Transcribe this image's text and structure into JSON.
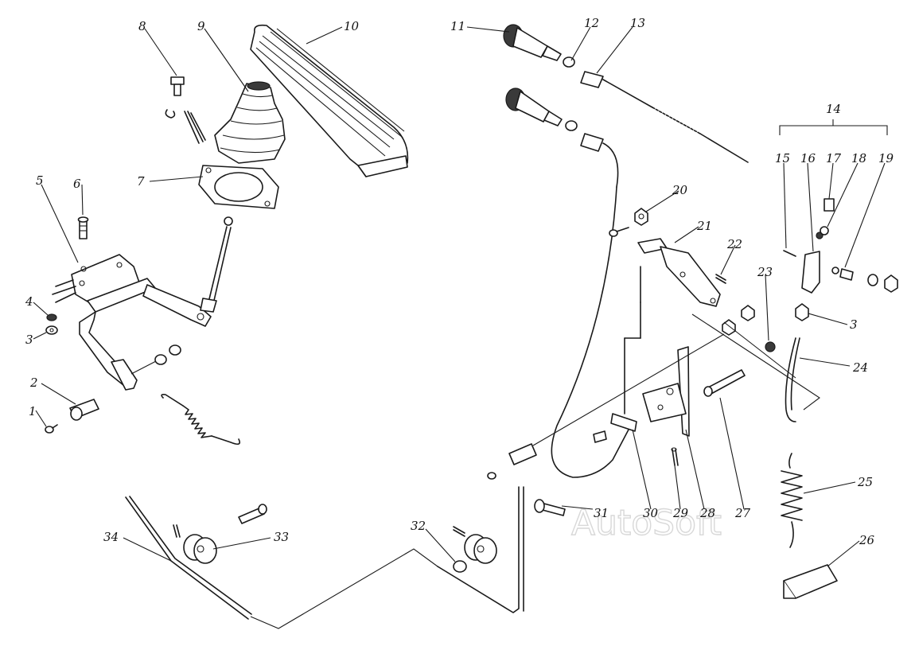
{
  "callouts": [
    {
      "id": "1",
      "text": "1"
    },
    {
      "id": "2",
      "text": "2"
    },
    {
      "id": "3a",
      "text": "3"
    },
    {
      "id": "3b",
      "text": "3"
    },
    {
      "id": "4",
      "text": "4"
    },
    {
      "id": "5",
      "text": "5"
    },
    {
      "id": "6",
      "text": "6"
    },
    {
      "id": "7",
      "text": "7"
    },
    {
      "id": "8",
      "text": "8"
    },
    {
      "id": "9",
      "text": "9"
    },
    {
      "id": "10",
      "text": "10"
    },
    {
      "id": "11",
      "text": "11"
    },
    {
      "id": "12",
      "text": "12"
    },
    {
      "id": "13",
      "text": "13"
    },
    {
      "id": "14",
      "text": "14"
    },
    {
      "id": "15",
      "text": "15"
    },
    {
      "id": "16",
      "text": "16"
    },
    {
      "id": "17",
      "text": "17"
    },
    {
      "id": "18",
      "text": "18"
    },
    {
      "id": "19",
      "text": "19"
    },
    {
      "id": "20",
      "text": "20"
    },
    {
      "id": "21",
      "text": "21"
    },
    {
      "id": "22",
      "text": "22"
    },
    {
      "id": "23",
      "text": "23"
    },
    {
      "id": "24",
      "text": "24"
    },
    {
      "id": "25",
      "text": "25"
    },
    {
      "id": "26",
      "text": "26"
    },
    {
      "id": "27",
      "text": "27"
    },
    {
      "id": "28",
      "text": "28"
    },
    {
      "id": "29",
      "text": "29"
    },
    {
      "id": "30",
      "text": "30"
    },
    {
      "id": "31",
      "text": "31"
    },
    {
      "id": "32",
      "text": "32"
    },
    {
      "id": "33",
      "text": "33"
    },
    {
      "id": "34",
      "text": "34"
    }
  ],
  "watermark": "AutoSoft"
}
